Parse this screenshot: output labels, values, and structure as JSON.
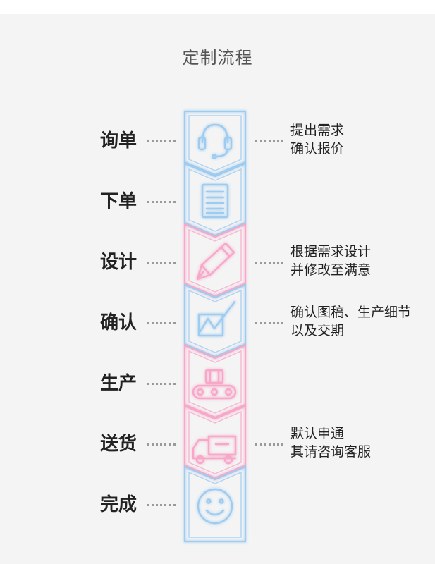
{
  "title": "定制流程",
  "colors": {
    "blue": "#9ecbf0",
    "pink": "#f7a8c8"
  },
  "steps": [
    {
      "label": "询单",
      "icon": "headset-icon",
      "desc": [
        "提出需求",
        "确认报价"
      ]
    },
    {
      "label": "下单",
      "icon": "document-icon",
      "desc": []
    },
    {
      "label": "设计",
      "icon": "pencil-icon",
      "desc": [
        "根据需求设计",
        "并修改至满意"
      ]
    },
    {
      "label": "确认",
      "icon": "check-chart-icon",
      "desc": [
        "确认图稿、生产细节",
        "以及交期"
      ]
    },
    {
      "label": "生产",
      "icon": "conveyor-icon",
      "desc": []
    },
    {
      "label": "送货",
      "icon": "truck-icon",
      "desc": [
        "默认申通",
        "其请咨询客服"
      ]
    },
    {
      "label": "完成",
      "icon": "smiley-icon",
      "desc": []
    }
  ]
}
